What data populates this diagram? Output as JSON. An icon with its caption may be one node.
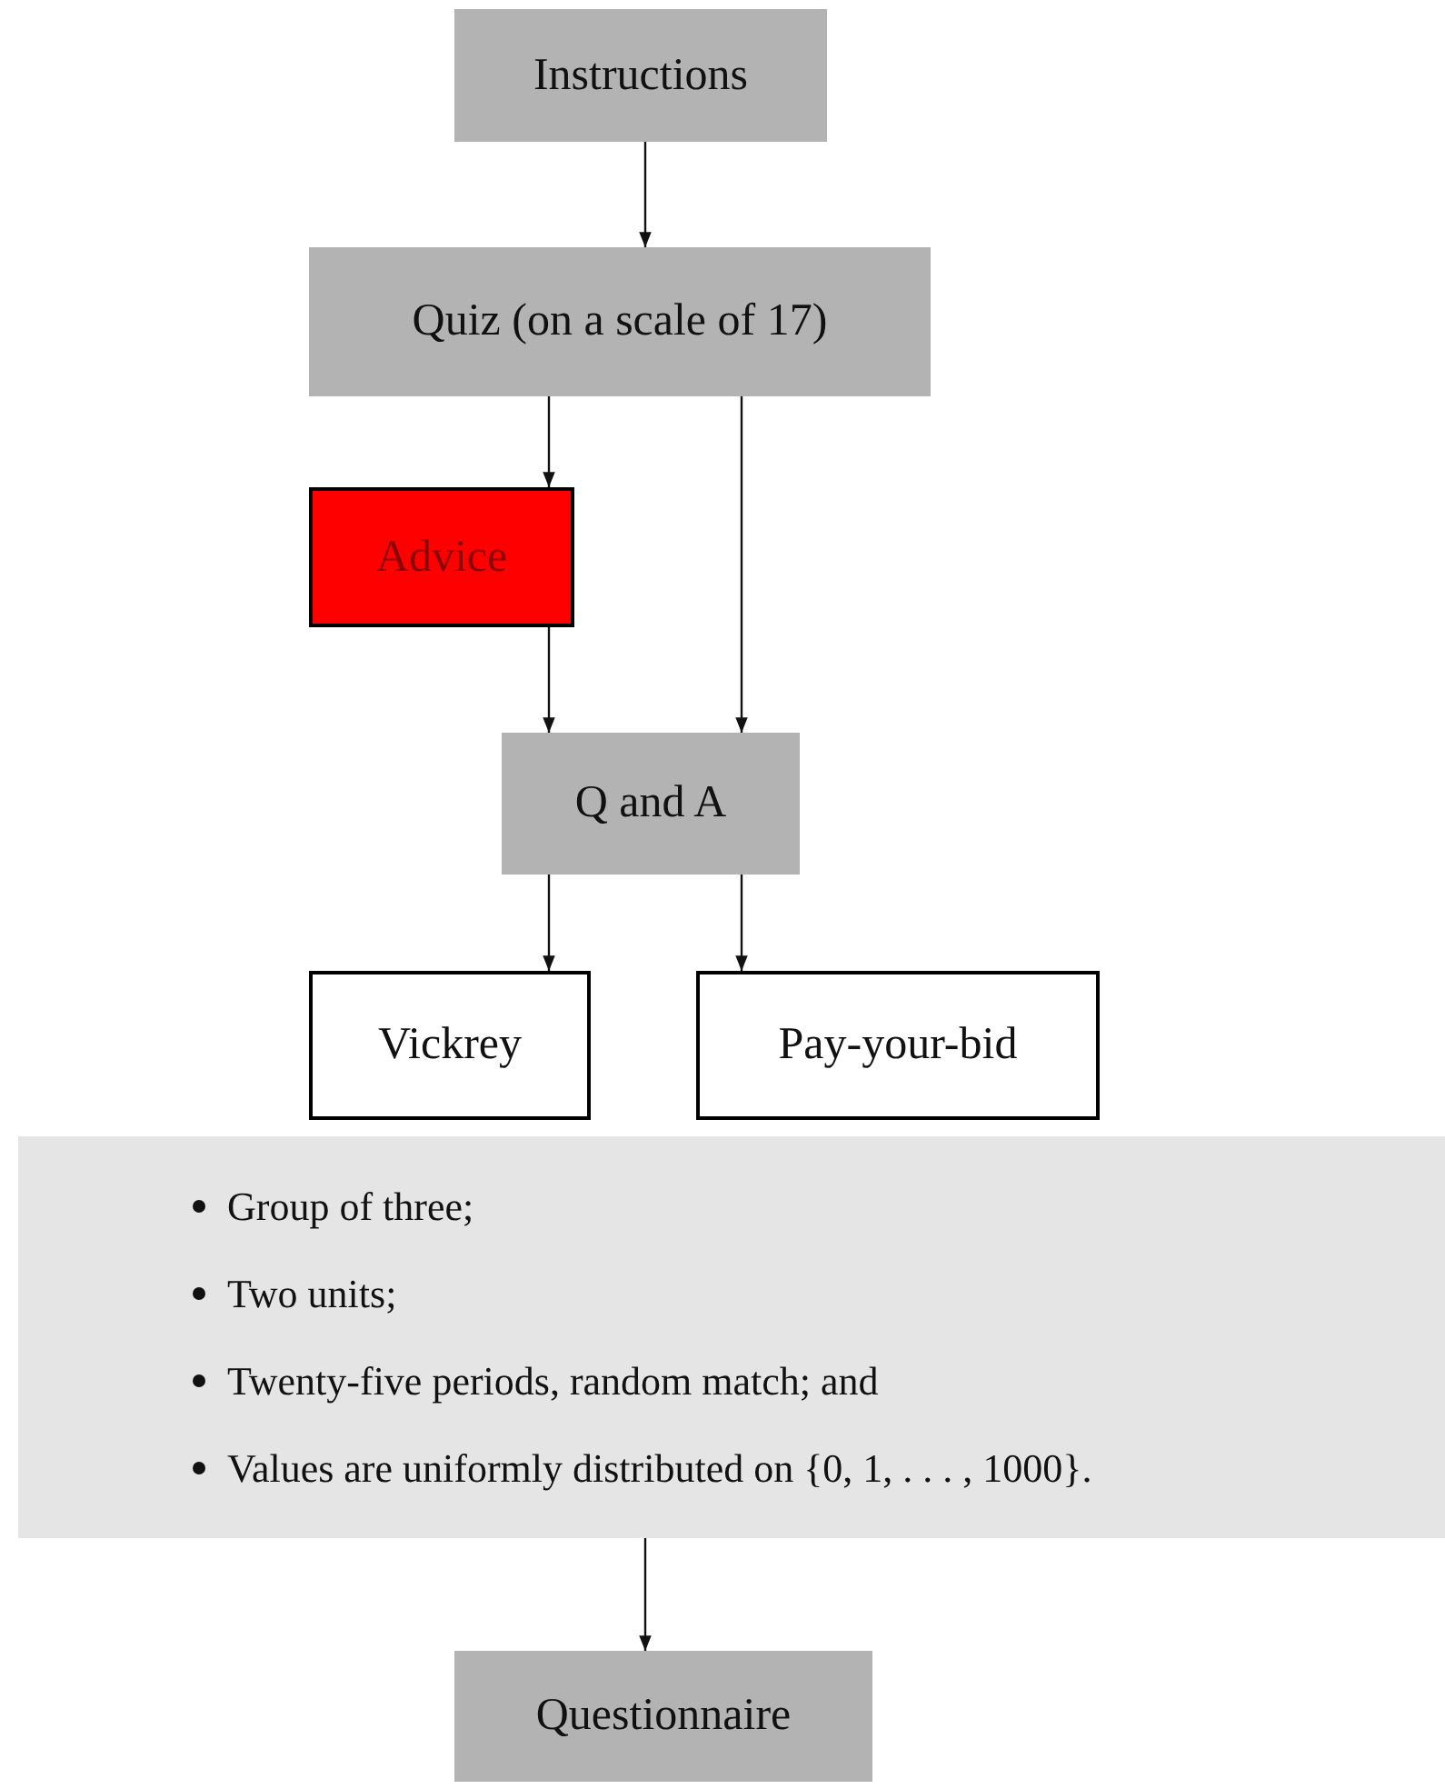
{
  "diagram": {
    "nodes": [
      {
        "text": [
          "Instructions"
        ]
      },
      {
        "text": [
          "Quiz (on a scale of 17)"
        ]
      },
      {
        "text": [
          "Advice"
        ]
      },
      {
        "text": [
          "Q and A"
        ]
      },
      {
        "text": [
          "Vickrey"
        ]
      },
      {
        "text": [
          "Pay-your-bid"
        ]
      },
      {
        "text": [
          "Group of three;",
          "Two units;",
          "Twenty-five periods, random match; and",
          "Values are uniformly distributed on {0, 1, . . . , 1000}."
        ]
      },
      {
        "text": [
          "Questionnaire"
        ]
      }
    ],
    "edges": [
      {
        "from": 0,
        "to": 1,
        "arrow": "to"
      },
      {
        "from": 1,
        "to": 2,
        "arrow": "to"
      },
      {
        "from": 1,
        "to": 3,
        "arrow": "to"
      },
      {
        "from": 2,
        "to": 3,
        "arrow": "to"
      },
      {
        "from": 3,
        "to": 4,
        "arrow": "to"
      },
      {
        "from": 3,
        "to": 5,
        "arrow": "to"
      },
      {
        "from": 6,
        "to": 7,
        "arrow": "to"
      }
    ]
  }
}
